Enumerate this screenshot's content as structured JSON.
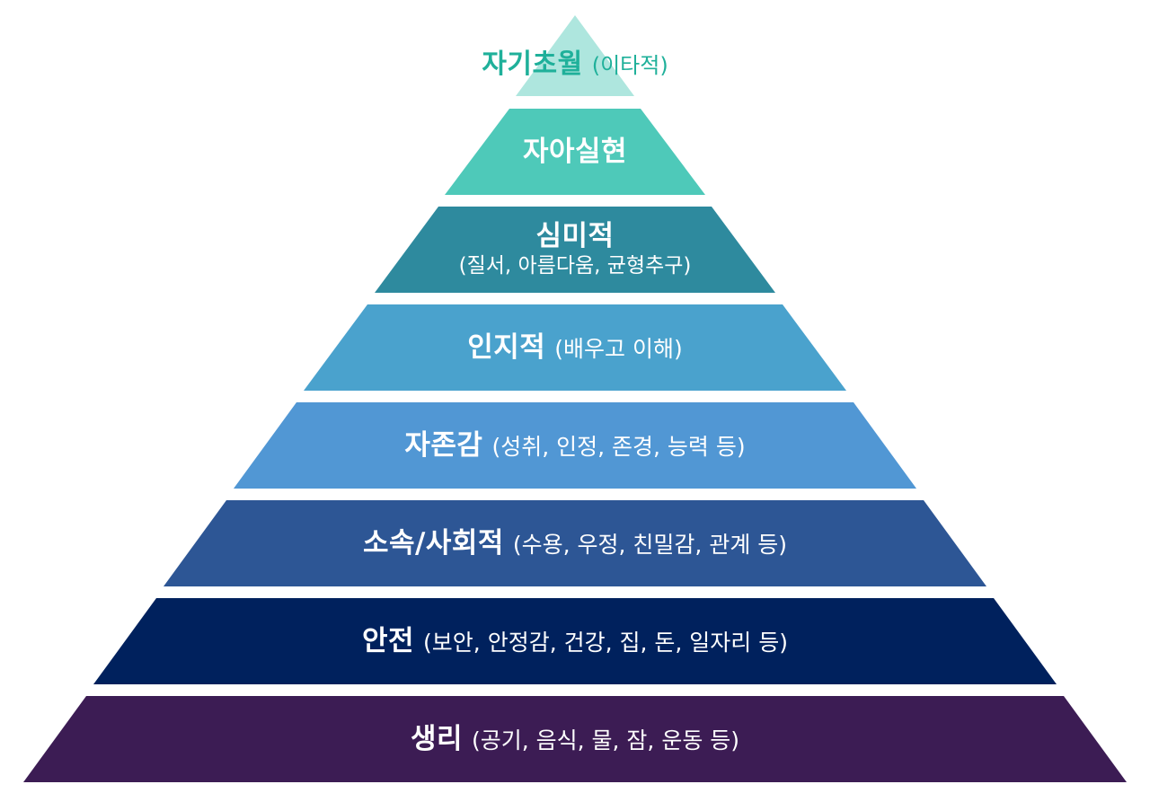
{
  "diagram": {
    "levels": [
      {
        "key": "self_transcendence",
        "title": "자기초월",
        "detail": "(이타적)",
        "color": "#aee6de"
      },
      {
        "key": "self_actualization",
        "title": "자아실현",
        "detail": "",
        "color": "#4ec9b9"
      },
      {
        "key": "aesthetic",
        "title": "심미적",
        "detail": "(질서, 아름다움, 균형추구)",
        "color": "#2e8a9e"
      },
      {
        "key": "cognitive",
        "title": "인지적",
        "detail": "(배우고 이해)",
        "color": "#4aa2cd"
      },
      {
        "key": "esteem",
        "title": "자존감",
        "detail": "(성취, 인정, 존경, 능력 등)",
        "color": "#5197d4"
      },
      {
        "key": "belonging",
        "title": "소속/사회적",
        "detail": "(수용, 우정, 친밀감, 관계 등)",
        "color": "#2d5695"
      },
      {
        "key": "safety",
        "title": "안전",
        "detail": "(보안, 안정감, 건강, 집, 돈, 일자리 등)",
        "color": "#00215d"
      },
      {
        "key": "physiological",
        "title": "생리",
        "detail": "(공기, 음식, 물, 잠, 운동 등)",
        "color": "#3c1c54"
      }
    ]
  }
}
